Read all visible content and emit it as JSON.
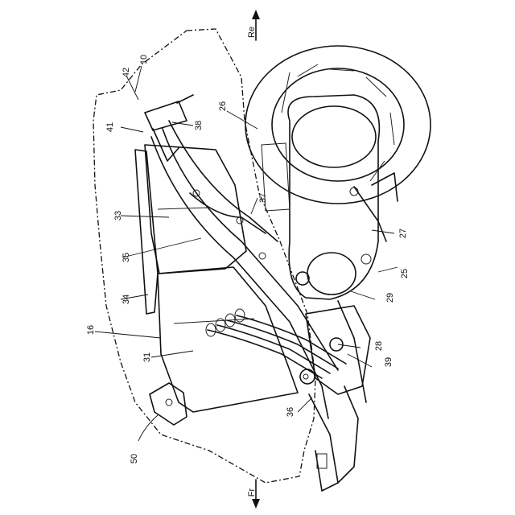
{
  "orientation": {
    "rear": "Re",
    "front": "Fr"
  },
  "labels": {
    "l10": "10",
    "l16": "16",
    "l25": "25",
    "l26": "26",
    "l27": "27",
    "l28": "28",
    "l29": "29",
    "l31": "31",
    "l33": "33",
    "l34": "34",
    "l35": "35",
    "l36": "36",
    "l37": "37",
    "l38": "38",
    "l39": "39",
    "l41": "41",
    "l42": "42",
    "l50": "50"
  }
}
